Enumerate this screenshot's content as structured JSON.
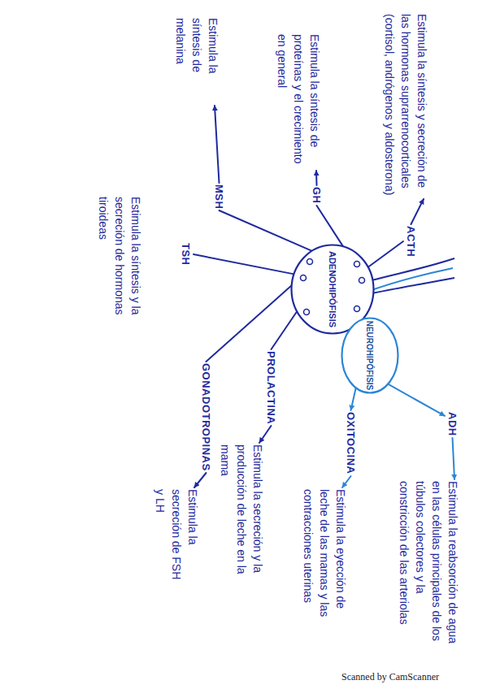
{
  "diagram": {
    "nodes": [
      {
        "text": [
          "ADENOHIPÓFISIS"
        ]
      },
      {
        "text": [
          "NEUROHIPÓFISIS"
        ]
      },
      {
        "text": [
          "ACTH"
        ]
      },
      {
        "text": [
          "Estimula la síntesis y secreción de las hormonas suprarrenocorticales (cortisol, andrógenos y aldosterona)"
        ]
      },
      {
        "text": [
          "GH"
        ]
      },
      {
        "text": [
          "Estimula la síntesis de proteínas y el crecimiento en general"
        ]
      },
      {
        "text": [
          "MSH"
        ]
      },
      {
        "text": [
          "Estimula la síntesis de melanina"
        ]
      },
      {
        "text": [
          "TSH"
        ]
      },
      {
        "text": [
          "Estimula la síntesis y la secreción de hormonas tiroideas"
        ]
      },
      {
        "text": [
          "PROLACTINA"
        ]
      },
      {
        "text": [
          "Estimula la secreción y la producción de leche en la mama"
        ]
      },
      {
        "text": [
          "GONADOTROPINAS"
        ]
      },
      {
        "text": [
          "Estimula la secreción de FSH y LH"
        ]
      },
      {
        "text": [
          "ADH"
        ]
      },
      {
        "text": [
          "Estimula la reabsorción de agua en las células principales de los túbulos colectores y la constricción de las arteriolas"
        ]
      },
      {
        "text": [
          "OXITOCINA"
        ]
      },
      {
        "text": [
          "Estimula la eyección de leche de las mamas y las contracciones uterinas"
        ]
      }
    ],
    "edges": [
      {
        "from": 0,
        "to": 2,
        "arrow": "none"
      },
      {
        "from": 2,
        "to": 3,
        "arrow": "to"
      },
      {
        "from": 0,
        "to": 4,
        "arrow": "none"
      },
      {
        "from": 4,
        "to": 5,
        "arrow": "to"
      },
      {
        "from": 0,
        "to": 6,
        "arrow": "none"
      },
      {
        "from": 6,
        "to": 7,
        "arrow": "to"
      },
      {
        "from": 0,
        "to": 8,
        "arrow": "none"
      },
      {
        "from": 0,
        "to": 10,
        "arrow": "none"
      },
      {
        "from": 10,
        "to": 11,
        "arrow": "to"
      },
      {
        "from": 0,
        "to": 12,
        "arrow": "none"
      },
      {
        "from": 12,
        "to": 13,
        "arrow": "to"
      },
      {
        "from": 1,
        "to": 14,
        "arrow": "to"
      },
      {
        "from": 14,
        "to": 15,
        "arrow": "to"
      },
      {
        "from": 1,
        "to": 16,
        "arrow": "to"
      },
      {
        "from": 16,
        "to": 17,
        "arrow": "to"
      }
    ],
    "labels": [
      "Scanned by CamScanner"
    ]
  }
}
